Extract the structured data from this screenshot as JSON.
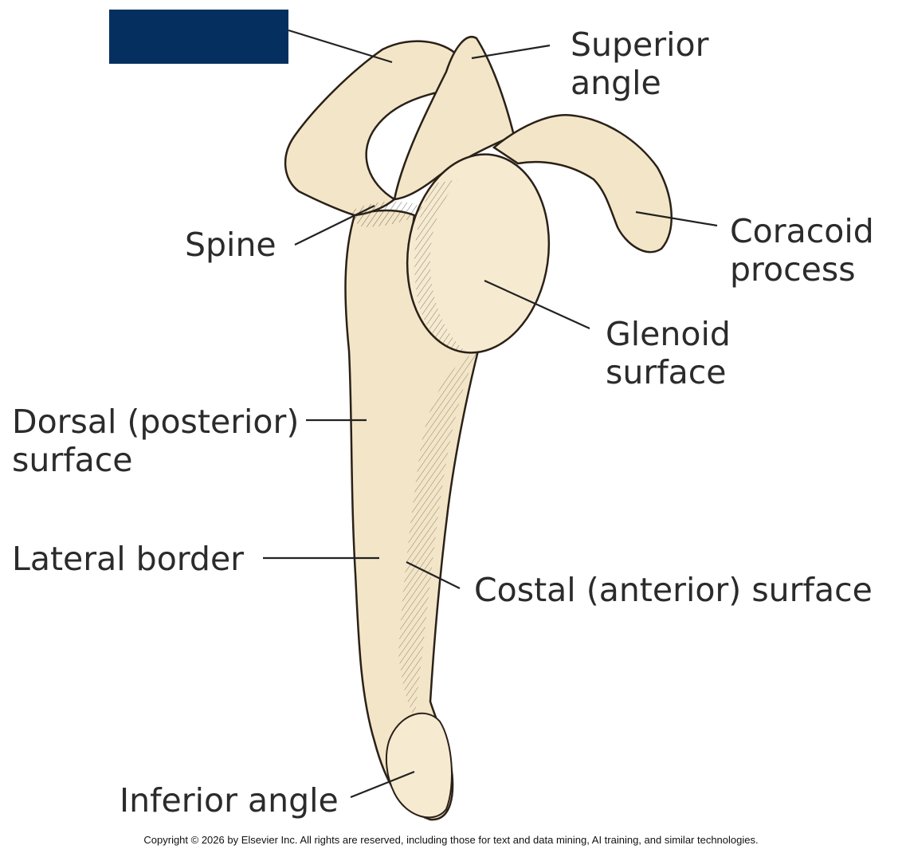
{
  "colors": {
    "bone_fill": "#f3e6c8",
    "bone_shade": "#e2cfa4",
    "outline": "#2a2118",
    "leader": "#222222",
    "hidden_box": "#042f5e",
    "label_text": "#2b2b2b"
  },
  "hidden_label": {
    "text": ""
  },
  "labels": {
    "superior_angle": {
      "line1": "Superior",
      "line2": "angle"
    },
    "coracoid_process": {
      "line1": "Coracoid",
      "line2": "process"
    },
    "spine": {
      "line1": "Spine"
    },
    "glenoid_surface": {
      "line1": "Glenoid",
      "line2": "surface"
    },
    "dorsal_surface": {
      "line1": "Dorsal (posterior)",
      "line2": "surface"
    },
    "lateral_border": {
      "line1": "Lateral border"
    },
    "costal_surface": {
      "line1": "Costal (anterior) surface"
    },
    "inferior_angle": {
      "line1": "Inferior angle"
    }
  },
  "copyright": "Copyright © 2026 by Elsevier Inc. All rights are reserved, including those for text and data mining, AI training, and similar technologies."
}
